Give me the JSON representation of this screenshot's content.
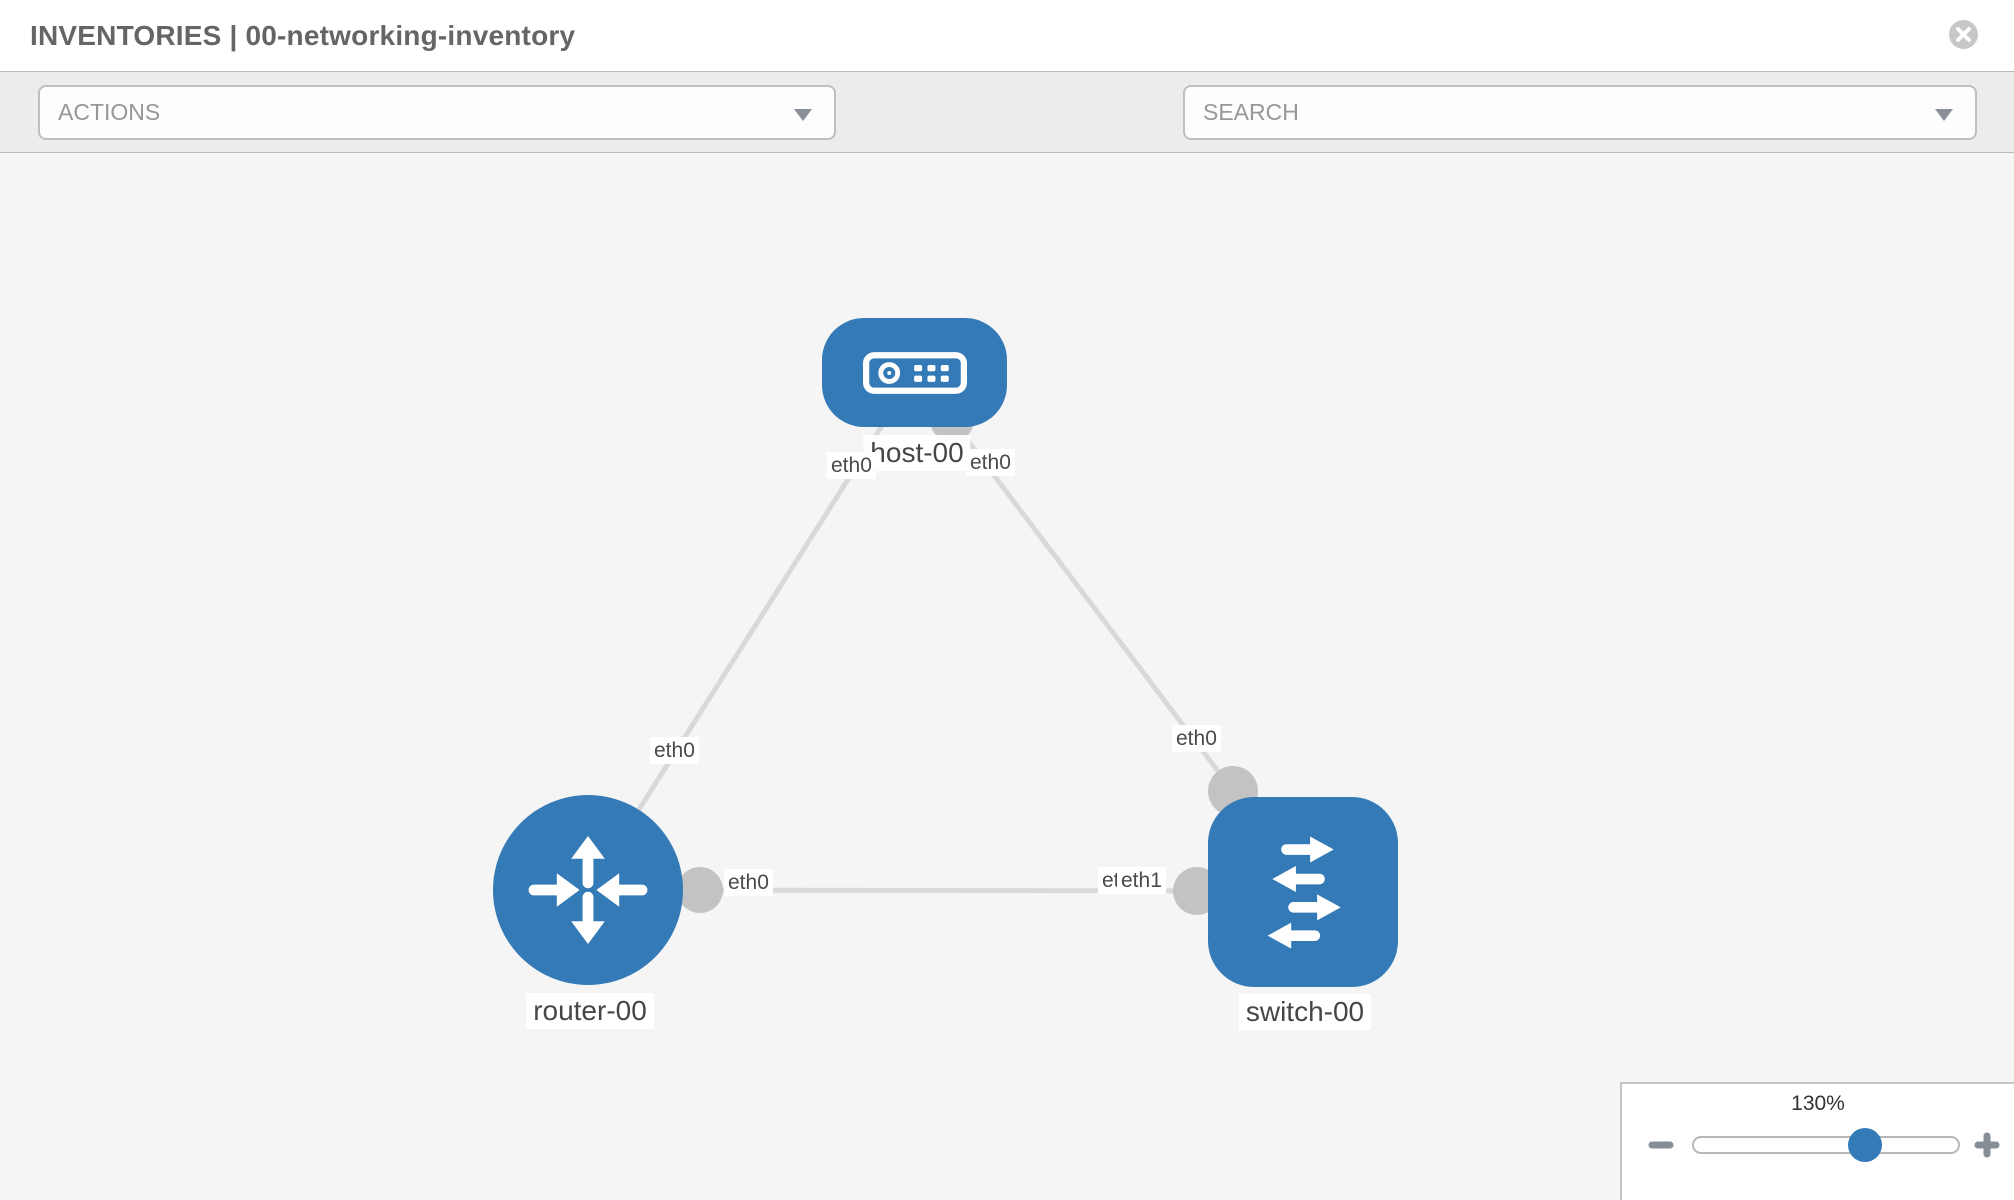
{
  "header": {
    "title": "INVENTORIES | 00-networking-inventory",
    "close_icon": "x-in-circle"
  },
  "toolbar": {
    "actions_dropdown": {
      "value": "ACTIONS"
    },
    "search_dropdown": {
      "value": "SEARCH"
    },
    "icons": [
      {
        "name": "wrench-icon"
      },
      {
        "name": "key-icon"
      }
    ]
  },
  "topology": {
    "nodes": [
      {
        "label": "host-00",
        "type": "host"
      },
      {
        "label": "router-00",
        "type": "router"
      },
      {
        "label": "switch-00",
        "type": "switch"
      }
    ],
    "links": [
      {
        "from": "host-00",
        "to": "router-00"
      },
      {
        "from": "host-00",
        "to": "switch-00"
      },
      {
        "from": "router-00",
        "to": "switch-00"
      }
    ],
    "interface_labels": [
      {
        "label": "eth0",
        "location": "host-side-of-router-link"
      },
      {
        "label": "eth0",
        "location": "host-side-of-switch-link"
      },
      {
        "label": "eth0",
        "location": "router-side-of-host-link"
      },
      {
        "label": "eth0",
        "location": "switch-side-of-host-link"
      },
      {
        "label": "eth0",
        "location": "router-side-of-switch-link"
      },
      {
        "label": "eth0",
        "location": "switch-side-of-router-link-occluded"
      },
      {
        "label": "eth1",
        "location": "switch-side-of-router-link"
      }
    ],
    "colors": {
      "node_blue": "#337ab7",
      "link_gray": "#d9d9d9",
      "connector_gray": "#c3c3c3",
      "canvas_bg": "#f5f5f5"
    }
  },
  "zoom_control": {
    "level": "130%",
    "minus_icon": "minus",
    "plus_icon": "plus"
  }
}
